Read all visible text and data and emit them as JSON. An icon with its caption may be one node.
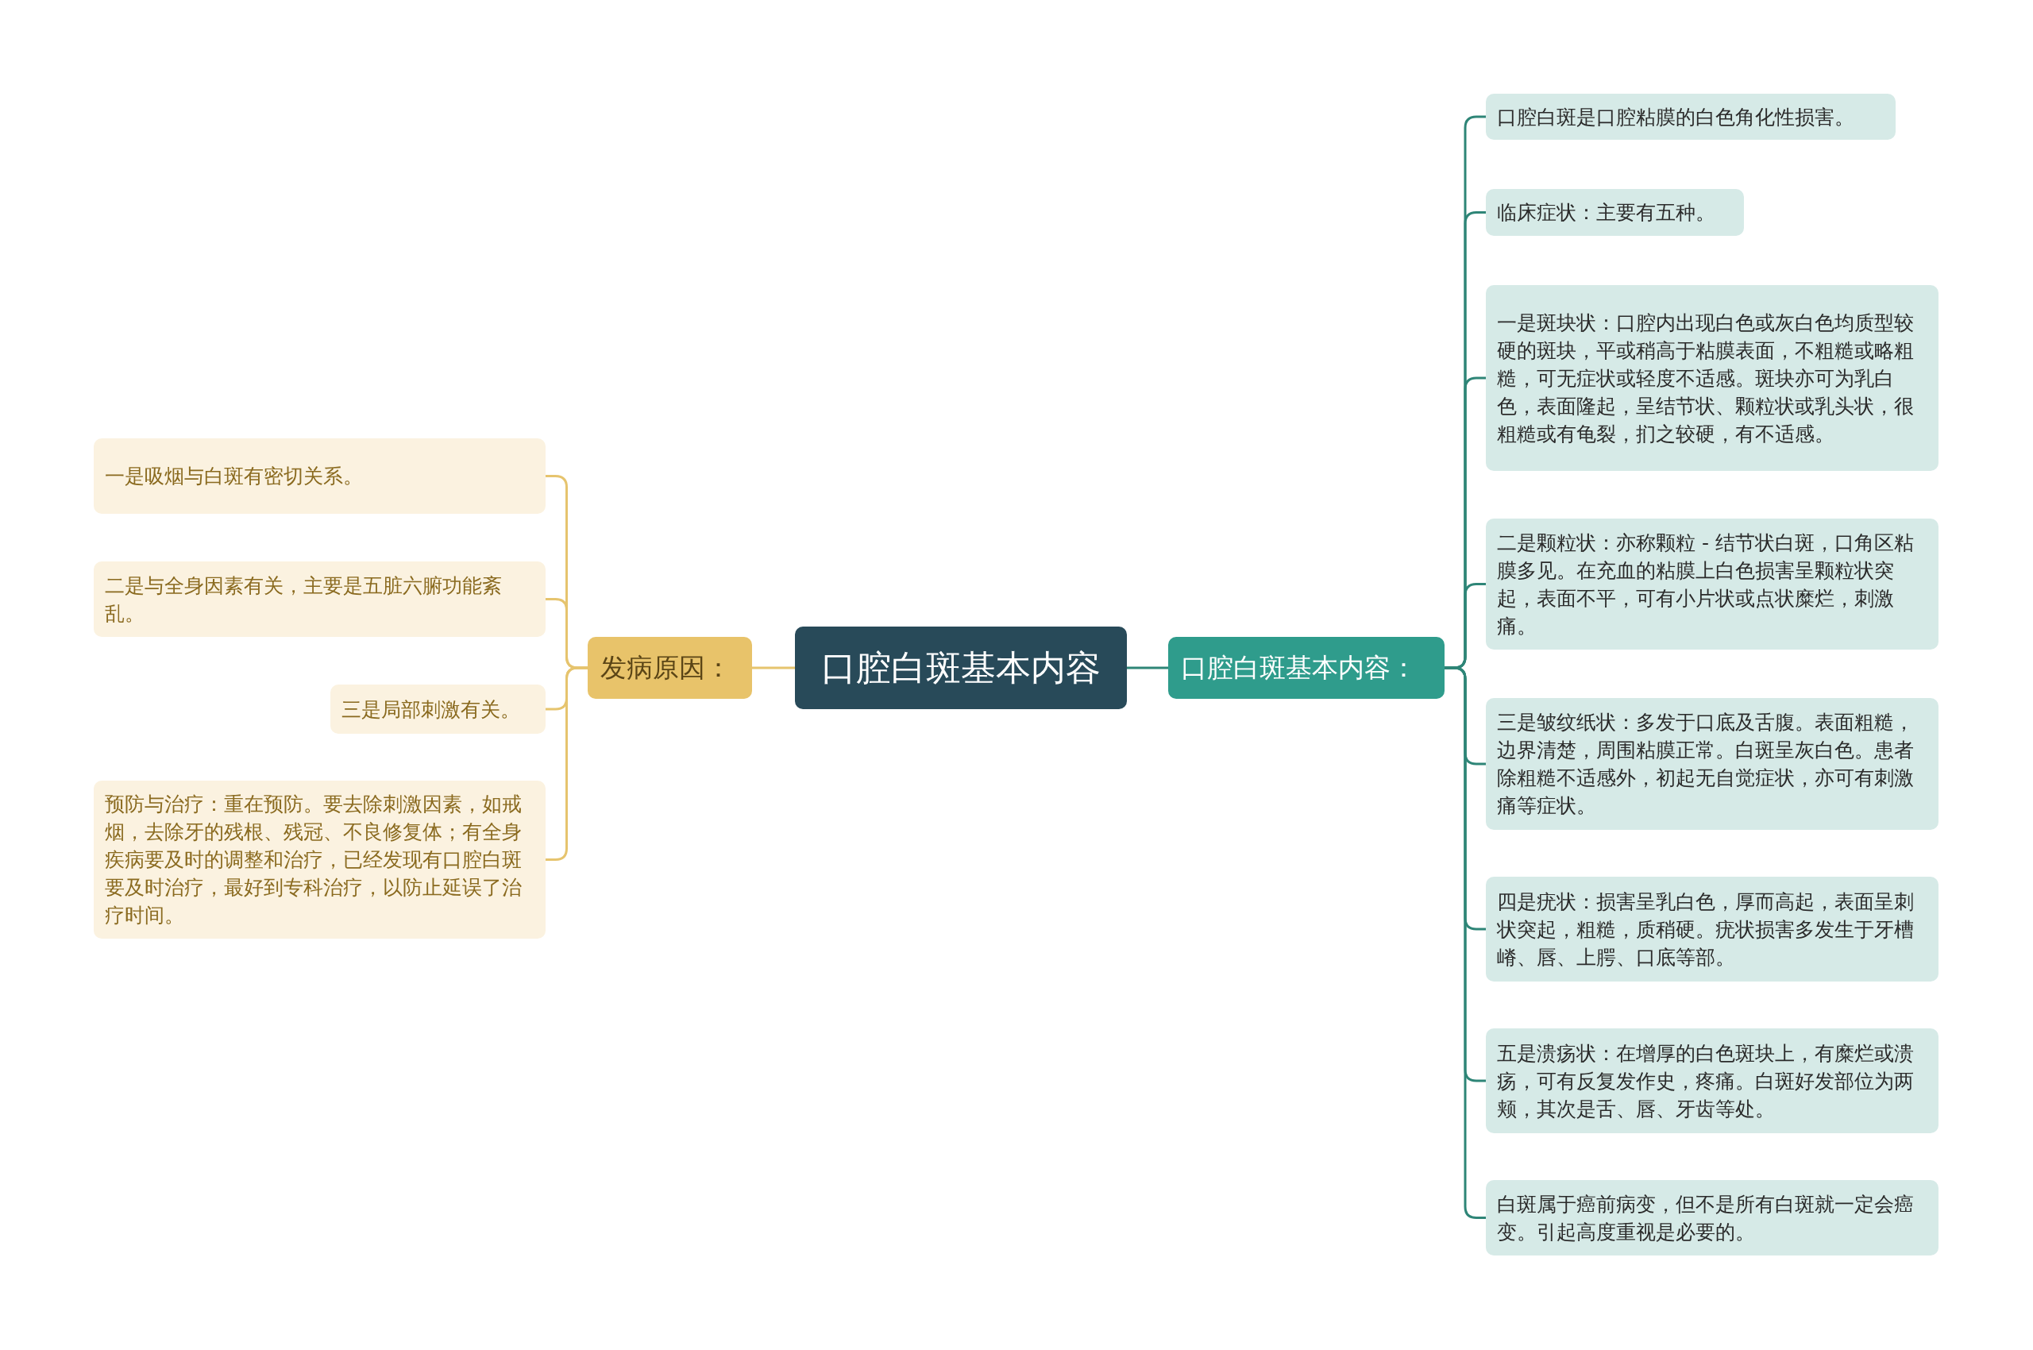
{
  "diagram": {
    "nodes": [
      {
        "text": [
          "口腔白斑基本内容"
        ]
      },
      {
        "text": [
          "口腔白斑基本内容："
        ]
      },
      {
        "text": [
          "口腔白斑是口腔粘膜的白色角化性损害。"
        ]
      },
      {
        "text": [
          "临床症状：主要有五种。"
        ]
      },
      {
        "text": [
          "一是斑块状：口腔内出现白色或灰白色均质型较硬的斑块，平或稍高于粘膜表面，不粗糙或略粗糙，可无症状或轻度不适感。斑块亦可为乳白色，表面隆起，呈结节状、颗粒状或乳头状，很粗糙或有龟裂，扪之较硬，有不适感。"
        ]
      },
      {
        "text": [
          "二是颗粒状：亦称颗粒 - 结节状白斑，口角区粘膜多见。在充血的粘膜上白色损害呈颗粒状突起，表面不平，可有小片状或点状糜烂，刺激痛。"
        ]
      },
      {
        "text": [
          "三是皱纹纸状：多发于口底及舌腹。表面粗糙，边界清楚，周围粘膜正常。白斑呈灰白色。患者除粗糙不适感外，初起无自觉症状，亦可有刺激痛等症状。"
        ]
      },
      {
        "text": [
          "四是疣状：损害呈乳白色，厚而高起，表面呈刺状突起，粗糙，质稍硬。疣状损害多发生于牙槽嵴、唇、上腭、口底等部。"
        ]
      },
      {
        "text": [
          "五是溃疡状：在增厚的白色斑块上，有糜烂或溃疡，可有反复发作史，疼痛。白斑好发部位为两颊，其次是舌、唇、牙齿等处。"
        ]
      },
      {
        "text": [
          "白斑属于癌前病变，但不是所有白斑就一定会癌变。引起高度重视是必要的。"
        ]
      },
      {
        "text": [
          "发病原因："
        ]
      },
      {
        "text": [
          "一是吸烟与白斑有密切关系。"
        ]
      },
      {
        "text": [
          "二是与全身因素有关，主要是五脏六腑功能紊乱。"
        ]
      },
      {
        "text": [
          "三是局部刺激有关。"
        ]
      },
      {
        "text": [
          "预防与治疗：重在预防。要去除刺激因素，如戒烟，去除牙的残根、残冠、不良修复体；有全身疾病要及时的调整和治疗，已经发现有口腔白斑要及时治疗，最好到专科治疗，以防止延误了治疗时间。"
        ]
      }
    ],
    "edges": [
      {
        "from": 0,
        "to": 1,
        "arrow": "none"
      },
      {
        "from": 1,
        "to": 2,
        "arrow": "none"
      },
      {
        "from": 1,
        "to": 3,
        "arrow": "none"
      },
      {
        "from": 1,
        "to": 4,
        "arrow": "none"
      },
      {
        "from": 1,
        "to": 5,
        "arrow": "none"
      },
      {
        "from": 1,
        "to": 6,
        "arrow": "none"
      },
      {
        "from": 1,
        "to": 7,
        "arrow": "none"
      },
      {
        "from": 1,
        "to": 8,
        "arrow": "none"
      },
      {
        "from": 1,
        "to": 9,
        "arrow": "none"
      },
      {
        "from": 0,
        "to": 10,
        "arrow": "none",
        "color": "#e6c46e"
      },
      {
        "from": 10,
        "to": 11,
        "arrow": "none",
        "color": "#e6c46e"
      },
      {
        "from": 10,
        "to": 12,
        "arrow": "none",
        "color": "#e6c46e"
      },
      {
        "from": 10,
        "to": 13,
        "arrow": "none",
        "color": "#e6c46e"
      },
      {
        "from": 10,
        "to": 14,
        "arrow": "none",
        "color": "#e6c46e"
      }
    ]
  }
}
